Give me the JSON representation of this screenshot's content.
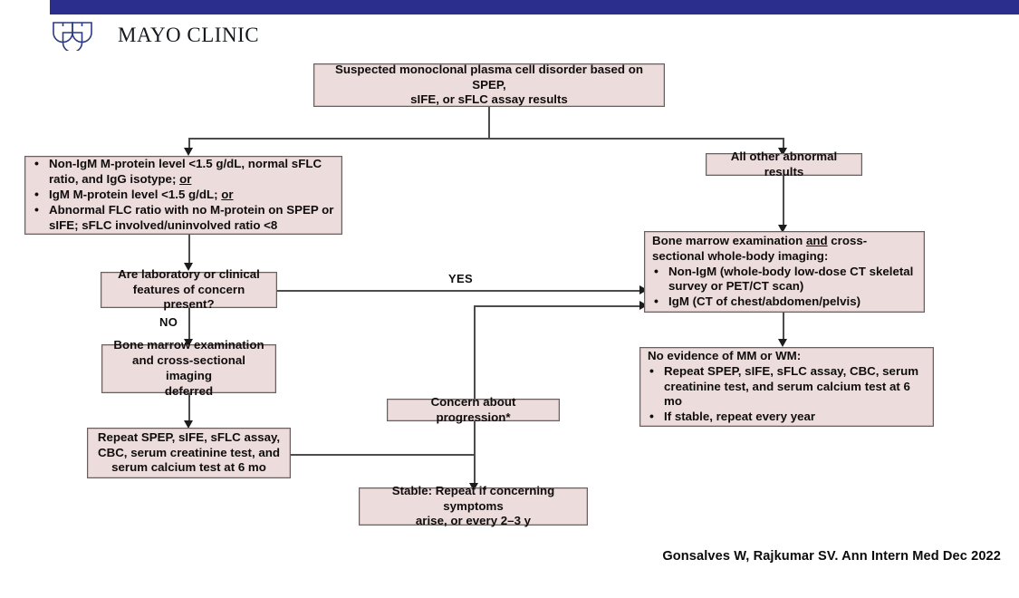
{
  "header": {
    "bar_color": "#2b2e8c",
    "logo_text": "MAYO CLINIC",
    "logo_icon": "mayo-shields-icon"
  },
  "theme": {
    "node_fill": "#ecdcdc",
    "node_border": "#6a5e5e",
    "connector": "#4c4c4c",
    "text": "#100d0d"
  },
  "flowchart": {
    "title": "Suspected monoclonal plasma cell disorder workup algorithm",
    "nodes": {
      "start": {
        "line1": "Suspected monoclonal plasma cell disorder based on SPEP,",
        "line2": "sIFE, or sFLC assay results"
      },
      "low_risk_criteria": {
        "bullets": [
          "Non-IgM M-protein level <1.5 g/dL, normal sFLC ratio, and IgG isotype; or",
          "IgM M-protein level <1.5 g/dL; or",
          "Abnormal FLC ratio with no M-protein on SPEP or sIFE; sFLC involved/uninvolved ratio <8"
        ],
        "bullets_parts": [
          {
            "text": "Non-IgM M-protein level <1.5 g/dL, normal sFLC ratio, and IgG isotype; ",
            "underlined_tail": "or"
          },
          {
            "text": "IgM M-protein level <1.5 g/dL; ",
            "underlined_tail": "or"
          },
          {
            "text": "Abnormal FLC ratio with no M-protein on SPEP or sIFE; sFLC involved/uninvolved ratio <8",
            "underlined_tail": ""
          }
        ]
      },
      "all_other": {
        "label": "All other abnormal results"
      },
      "decision": {
        "line1": "Are laboratory or clinical",
        "line2": "features of concern present?"
      },
      "deferred": {
        "line1": "Bone marrow examination",
        "line2": "and cross-sectional imaging",
        "line3": "deferred"
      },
      "repeat_labs": {
        "line1": "Repeat SPEP, sIFE, sFLC assay,",
        "line2": "CBC, serum creatinine test, and",
        "line3": "serum calcium test at 6 mo"
      },
      "concern": {
        "label": "Concern about progression*"
      },
      "stable": {
        "line1": "Stable: Repeat if concerning symptoms",
        "line2": "arise, or every 2–3 y"
      },
      "bone_marrow": {
        "header_pre": "Bone marrow examination ",
        "header_underlined": "and",
        "header_post": " cross-sectional whole-body imaging:",
        "bullets": [
          "Non-IgM (whole-body low-dose CT skeletal survey or PET/CT scan)",
          "IgM (CT of chest/abdomen/pelvis)"
        ]
      },
      "no_evidence": {
        "header": "No evidence of MM or WM:",
        "bullets": [
          "Repeat SPEP, sIFE, sFLC assay, CBC, serum creatinine test, and serum calcium test at 6 mo",
          "If stable, repeat every year"
        ]
      }
    },
    "edge_labels": {
      "yes": "YES",
      "no": "NO"
    }
  },
  "citation": "Gonsalves W, Rajkumar SV. Ann Intern Med Dec 2022"
}
